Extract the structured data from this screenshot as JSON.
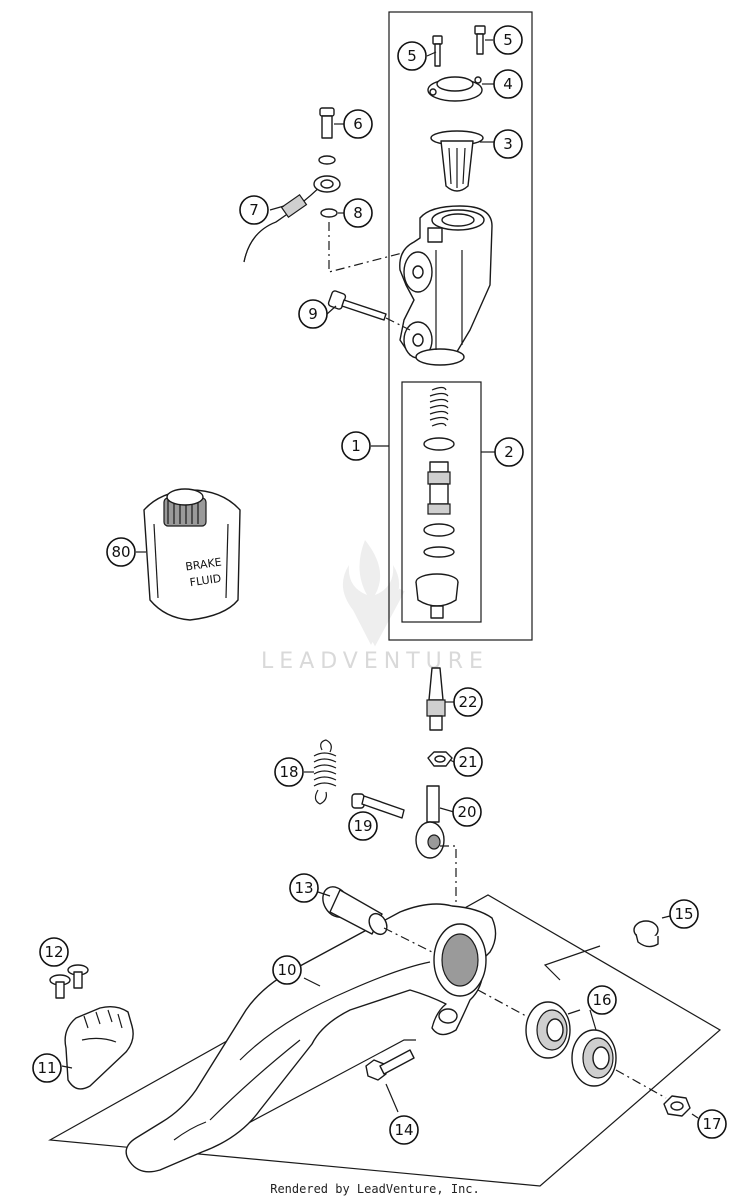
{
  "watermark": {
    "text": "LEADVENTURE"
  },
  "footer": {
    "credit": "Rendered by LeadVenture, Inc."
  },
  "brake_fluid_label": {
    "line1": "BRAKE",
    "line2": "FLUID"
  },
  "callouts": [
    "1",
    "2",
    "3",
    "4",
    "5",
    "5",
    "6",
    "7",
    "8",
    "9",
    "10",
    "11",
    "12",
    "13",
    "14",
    "15",
    "16",
    "17",
    "18",
    "19",
    "20",
    "21",
    "22",
    "80"
  ]
}
